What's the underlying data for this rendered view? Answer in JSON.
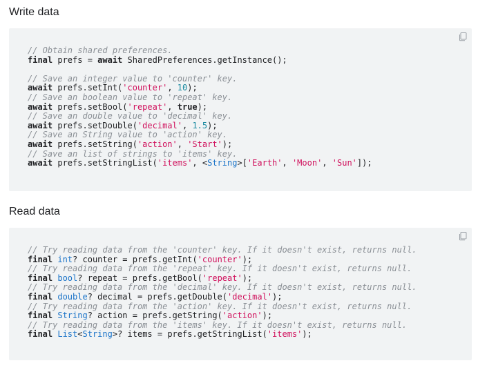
{
  "write": {
    "title": "Write data",
    "copy_icon": "copy-icon",
    "lines": [
      [
        [
          "c",
          "// Obtain shared preferences."
        ]
      ],
      [
        [
          "k",
          "final"
        ],
        [
          "p",
          " prefs = "
        ],
        [
          "k",
          "await"
        ],
        [
          "p",
          " SharedPreferences.getInstance();"
        ]
      ],
      [],
      [
        [
          "c",
          "// Save an integer value to 'counter' key."
        ]
      ],
      [
        [
          "k",
          "await"
        ],
        [
          "p",
          " prefs.setInt("
        ],
        [
          "s",
          "'counter'"
        ],
        [
          "p",
          ", "
        ],
        [
          "n",
          "10"
        ],
        [
          "p",
          ");"
        ]
      ],
      [
        [
          "c",
          "// Save an boolean value to 'repeat' key."
        ]
      ],
      [
        [
          "k",
          "await"
        ],
        [
          "p",
          " prefs.setBool("
        ],
        [
          "s",
          "'repeat'"
        ],
        [
          "p",
          ", "
        ],
        [
          "k",
          "true"
        ],
        [
          "p",
          ");"
        ]
      ],
      [
        [
          "c",
          "// Save an double value to 'decimal' key."
        ]
      ],
      [
        [
          "k",
          "await"
        ],
        [
          "p",
          " prefs.setDouble("
        ],
        [
          "s",
          "'decimal'"
        ],
        [
          "p",
          ", "
        ],
        [
          "n",
          "1.5"
        ],
        [
          "p",
          ");"
        ]
      ],
      [
        [
          "c",
          "// Save an String value to 'action' key."
        ]
      ],
      [
        [
          "k",
          "await"
        ],
        [
          "p",
          " prefs.setString("
        ],
        [
          "s",
          "'action'"
        ],
        [
          "p",
          ", "
        ],
        [
          "s",
          "'Start'"
        ],
        [
          "p",
          ");"
        ]
      ],
      [
        [
          "c",
          "// Save an list of strings to 'items' key."
        ]
      ],
      [
        [
          "k",
          "await"
        ],
        [
          "p",
          " prefs.setStringList("
        ],
        [
          "s",
          "'items'"
        ],
        [
          "p",
          ", <"
        ],
        [
          "t",
          "String"
        ],
        [
          "p",
          ">["
        ],
        [
          "s",
          "'Earth'"
        ],
        [
          "p",
          ", "
        ],
        [
          "s",
          "'Moon'"
        ],
        [
          "p",
          ", "
        ],
        [
          "s",
          "'Sun'"
        ],
        [
          "p",
          "]);"
        ]
      ]
    ]
  },
  "read": {
    "title": "Read data",
    "copy_icon": "copy-icon",
    "lines": [
      [
        [
          "c",
          "// Try reading data from the 'counter' key. If it doesn't exist, returns null."
        ]
      ],
      [
        [
          "k",
          "final"
        ],
        [
          "p",
          " "
        ],
        [
          "t",
          "int"
        ],
        [
          "p",
          "? counter = prefs.getInt("
        ],
        [
          "s",
          "'counter'"
        ],
        [
          "p",
          ");"
        ]
      ],
      [
        [
          "c",
          "// Try reading data from the 'repeat' key. If it doesn't exist, returns null."
        ]
      ],
      [
        [
          "k",
          "final"
        ],
        [
          "p",
          " "
        ],
        [
          "t",
          "bool"
        ],
        [
          "p",
          "? repeat = prefs.getBool("
        ],
        [
          "s",
          "'repeat'"
        ],
        [
          "p",
          ");"
        ]
      ],
      [
        [
          "c",
          "// Try reading data from the 'decimal' key. If it doesn't exist, returns null."
        ]
      ],
      [
        [
          "k",
          "final"
        ],
        [
          "p",
          " "
        ],
        [
          "t",
          "double"
        ],
        [
          "p",
          "? decimal = prefs.getDouble("
        ],
        [
          "s",
          "'decimal'"
        ],
        [
          "p",
          ");"
        ]
      ],
      [
        [
          "c",
          "// Try reading data from the 'action' key. If it doesn't exist, returns null."
        ]
      ],
      [
        [
          "k",
          "final"
        ],
        [
          "p",
          " "
        ],
        [
          "t",
          "String"
        ],
        [
          "p",
          "? action = prefs.getString("
        ],
        [
          "s",
          "'action'"
        ],
        [
          "p",
          ");"
        ]
      ],
      [
        [
          "c",
          "// Try reading data from the 'items' key. If it doesn't exist, returns null."
        ]
      ],
      [
        [
          "k",
          "final"
        ],
        [
          "p",
          " "
        ],
        [
          "t",
          "List"
        ],
        [
          "p",
          "<"
        ],
        [
          "t",
          "String"
        ],
        [
          "p",
          ">? items = prefs.getStringList("
        ],
        [
          "s",
          "'items'"
        ],
        [
          "p",
          ");"
        ]
      ]
    ]
  }
}
